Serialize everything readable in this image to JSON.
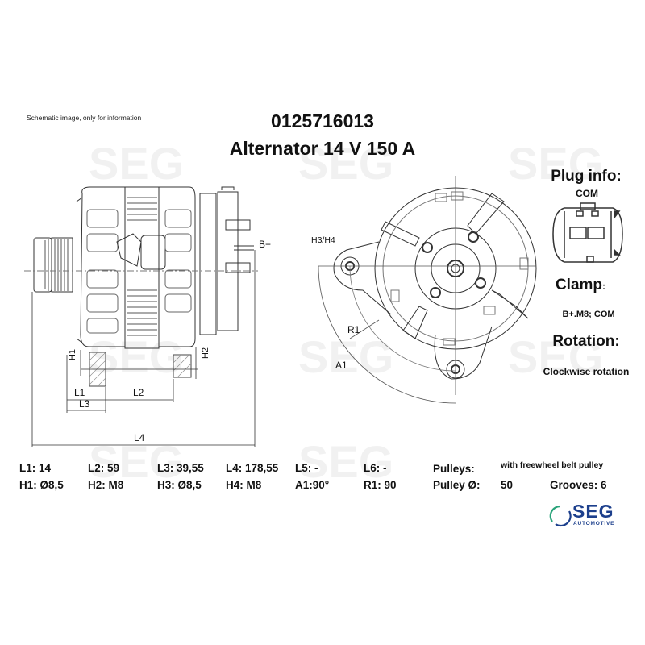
{
  "header": {
    "disclaimer": "Schematic image, only for information",
    "part_number": "0125716013",
    "product_title": "Alternator 14 V 150 A"
  },
  "side_panel": {
    "plug_info_label": "Plug info:",
    "plug_info_value": "COM",
    "clamp_label": "Clamp",
    "clamp_colon": ":",
    "clamp_value": "B+.M8; COM",
    "rotation_label": "Rotation:",
    "rotation_value": "Clockwise rotation"
  },
  "drawing_labels": {
    "b_plus": "B+",
    "h1": "H1",
    "h2": "H2",
    "l1": "L1",
    "l2": "L2",
    "l3": "L3",
    "l4": "L4",
    "h3h4": "H3/H4",
    "r1": "R1",
    "a1": "A1"
  },
  "specs": {
    "row1": [
      {
        "label": "L1:",
        "value": "14"
      },
      {
        "label": "L2:",
        "value": "59"
      },
      {
        "label": "L3:",
        "value": "39,55"
      },
      {
        "label": "L4:",
        "value": "178,55"
      },
      {
        "label": "L5:",
        "value": "-"
      },
      {
        "label": "L6:",
        "value": "-"
      }
    ],
    "row2": [
      {
        "label": "H1:",
        "value": "Ø8,5"
      },
      {
        "label": "H2:",
        "value": "M8"
      },
      {
        "label": "H3:",
        "value": "Ø8,5"
      },
      {
        "label": "H4:",
        "value": "M8"
      },
      {
        "label": "A1:",
        "value": "90°"
      },
      {
        "label": "R1:",
        "value": "90"
      }
    ],
    "pulleys_label": "Pulleys:",
    "pulleys_value": "with freewheel belt pulley",
    "pulley_diameter_label": "Pulley Ø:",
    "pulley_diameter_value": "50",
    "grooves_label": "Grooves:",
    "grooves_value": "6"
  },
  "brand": {
    "name": "SEG",
    "sub": "AUTOMOTIVE",
    "color_primary": "#1c3f8c",
    "color_accent": "#2aa37a"
  },
  "watermark": {
    "text": "SEG",
    "sub": "AUTOMOTIVE"
  }
}
